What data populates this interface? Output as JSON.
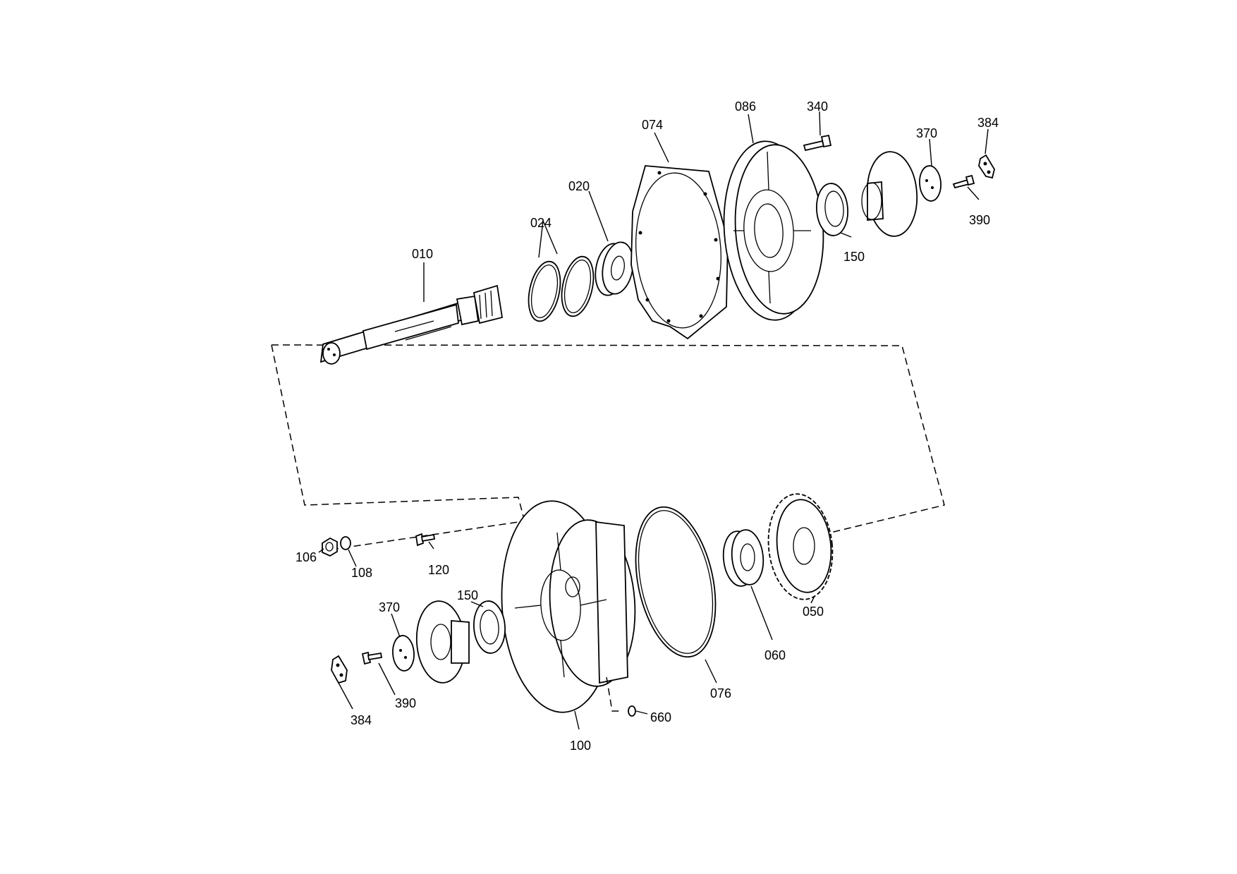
{
  "parts": {
    "p010": "010",
    "p020": "020",
    "p024": "024",
    "p074": "074",
    "p086": "086",
    "p340": "340",
    "p370_top": "370",
    "p384_top": "384",
    "p390_top": "390",
    "p150_top": "150",
    "p106": "106",
    "p108": "108",
    "p120": "120",
    "p150_bot": "150",
    "p370_bot": "370",
    "p390_bot": "390",
    "p384_bot": "384",
    "p100": "100",
    "p660": "660",
    "p076": "076",
    "p060": "060",
    "p050": "050"
  }
}
